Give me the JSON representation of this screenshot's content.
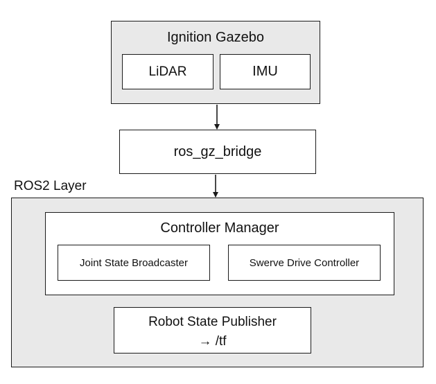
{
  "ignition": {
    "title": "Ignition Gazebo",
    "sensors": [
      "LiDAR",
      "IMU"
    ]
  },
  "bridge": {
    "label": "ros_gz_bridge"
  },
  "ros2_layer": {
    "label": "ROS2 Layer",
    "controller_manager": {
      "title": "Controller Manager",
      "controllers": [
        "Joint State Broadcaster",
        "Swerve Drive Controller"
      ]
    },
    "robot_state_publisher": {
      "title": "Robot State Publisher",
      "output": "→ /tf"
    }
  },
  "colors": {
    "container_fill": "#e9e9e9",
    "box_fill": "#ffffff",
    "stroke": "#1a1a1a"
  }
}
